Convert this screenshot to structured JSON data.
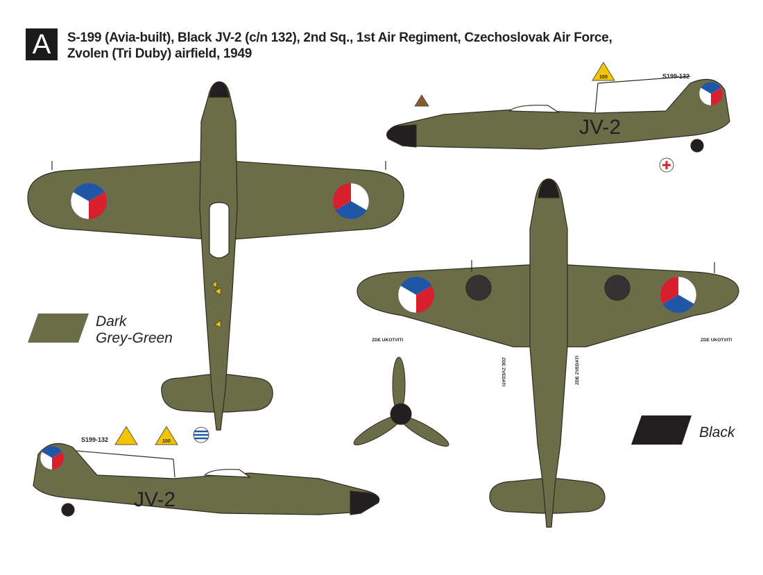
{
  "header": {
    "badge": "A",
    "title_line1": "S-199 (Avia-built), Black JV-2 (c/n 132), 2nd Sq., 1st Air Regiment, Czechoslovak Air Force,",
    "title_line2": "Zvolen (Tri Duby) airfield, 1949"
  },
  "swatches": [
    {
      "label_line1": "Dark",
      "label_line2": "Grey-Green",
      "color": "#6b6d48"
    },
    {
      "label_line1": "Black",
      "color": "#231f20"
    }
  ],
  "markings": {
    "code": "JV-2",
    "serial": "S199-132",
    "fuel_octane": "100",
    "underwing_tiedown": "ZDE UKOTVITI",
    "lift_point": "ZDE ZVEDATI"
  },
  "colors": {
    "olive": "#6b6d48",
    "black": "#231f20",
    "blue": "#1f57a6",
    "red": "#d7202b",
    "white": "#ffffff",
    "yellow": "#f5c400"
  }
}
